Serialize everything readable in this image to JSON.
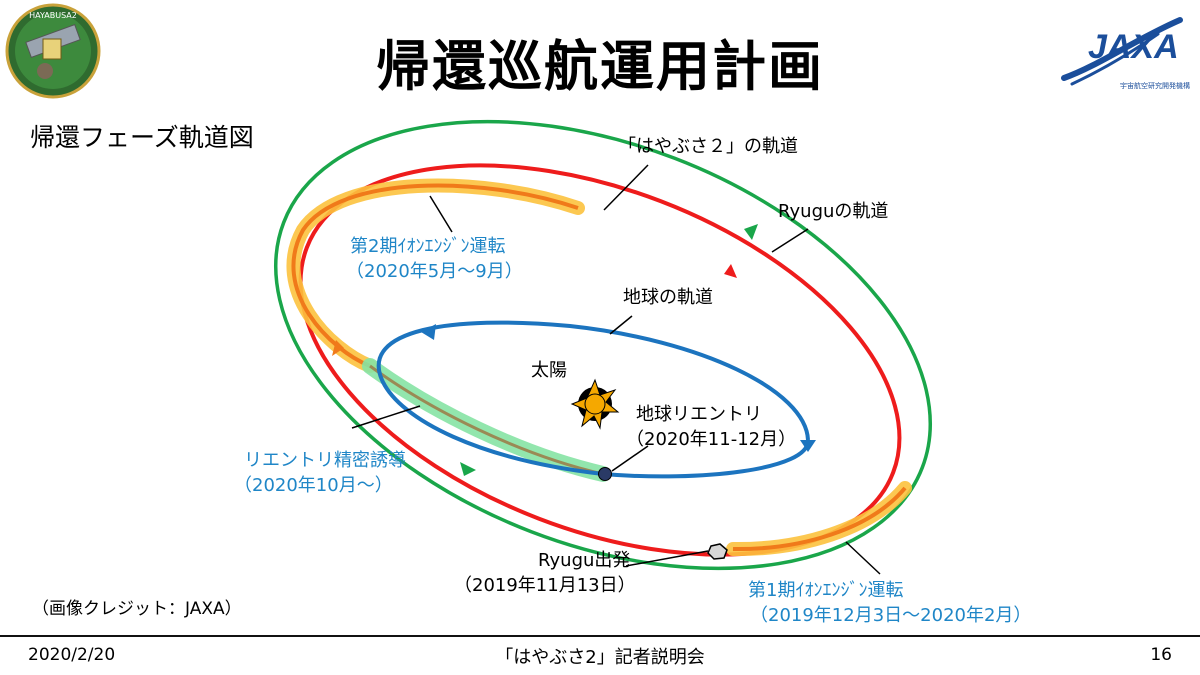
{
  "slide": {
    "title": "帰還巡航運用計画",
    "section": "帰還フェーズ軌道図"
  },
  "diagram": {
    "labels": {
      "hayabusa2_orbit": "「はやぶさ２」の軌道",
      "ryugu_orbit": "Ryuguの軌道",
      "earth_orbit": "地球の軌道",
      "sun": "太陽",
      "ion2_line1": "第2期ｲｵﾝｴﾝｼﾞﾝ運転",
      "ion2_line2": "（2020年5月～9月）",
      "reentry_line1": "地球リエントリ",
      "reentry_line2": "（2020年11-12月）",
      "guidance_line1": "リエントリ精密誘導",
      "guidance_line2": "（2020年10月～）",
      "departure_line1": "Ryugu出発",
      "departure_line2": "（2019年11月13日）",
      "ion1_line1": "第1期ｲｵﾝｴﾝｼﾞﾝ運転",
      "ion1_line2": "（2019年12月3日～2020年2月）"
    },
    "colors": {
      "ryugu_orbit": "#1aa64a",
      "hayabusa2_orbit": "#ee1c1c",
      "ion_engine_band": "#fcc23e",
      "ion_engine_core": "#f07a1a",
      "guidance_band": "#86e3a4",
      "earth_orbit": "#1c74bf",
      "sun": "#f5a800",
      "label_blue": "#1f86c7"
    }
  },
  "logos": {
    "mission_patch": "HAYABUSA2",
    "agency_logo": "JAXA",
    "agency_subtitle": "宇宙航空研究開発機構"
  },
  "footer": {
    "credit": "（画像クレジット：JAXA）",
    "date": "2020/2/20",
    "meeting": "「はやぶさ2」記者説明会",
    "page": "16"
  }
}
